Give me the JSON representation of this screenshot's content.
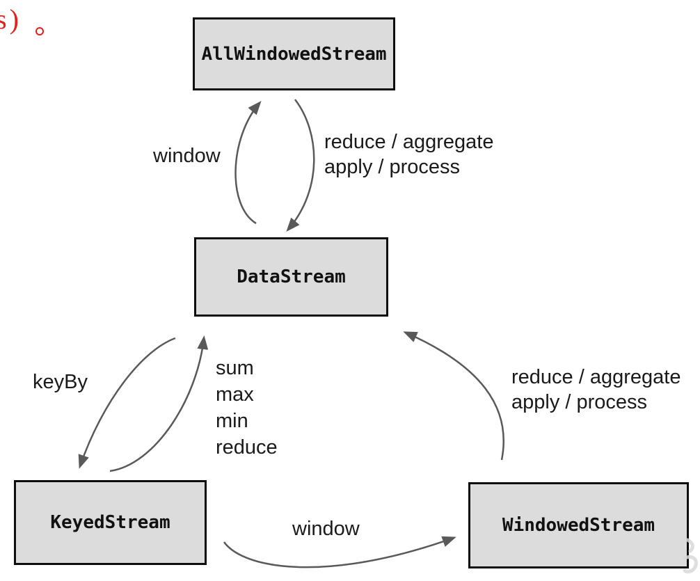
{
  "page": {
    "fragment_text": "s)",
    "fragment_color": "#e32118",
    "background_color": "#ffffff"
  },
  "diagram": {
    "node_fill_color": "#dcdcdc",
    "node_border_color": "#0d0d0d",
    "arrow_color": "#595959",
    "nodes": {
      "all_windowed": {
        "label": "AllWindowedStream"
      },
      "data_stream": {
        "label": "DataStream"
      },
      "keyed": {
        "label": "KeyedStream"
      },
      "windowed": {
        "label": "WindowedStream"
      }
    },
    "edges": {
      "window_up": {
        "from": "DataStream",
        "to": "AllWindowedStream",
        "label": "window"
      },
      "reduce_down": {
        "from": "AllWindowedStream",
        "to": "DataStream",
        "label": "reduce / aggregate\napply / process"
      },
      "keyby": {
        "from": "DataStream",
        "to": "KeyedStream",
        "label": "keyBy"
      },
      "agg_up": {
        "from": "KeyedStream",
        "to": "DataStream",
        "label": "sum\nmax\nmin\nreduce"
      },
      "window_right": {
        "from": "KeyedStream",
        "to": "WindowedStream",
        "label": "window"
      },
      "reduce_up": {
        "from": "WindowedStream",
        "to": "DataStream",
        "label": "reduce / aggregate\napply / process"
      }
    }
  }
}
